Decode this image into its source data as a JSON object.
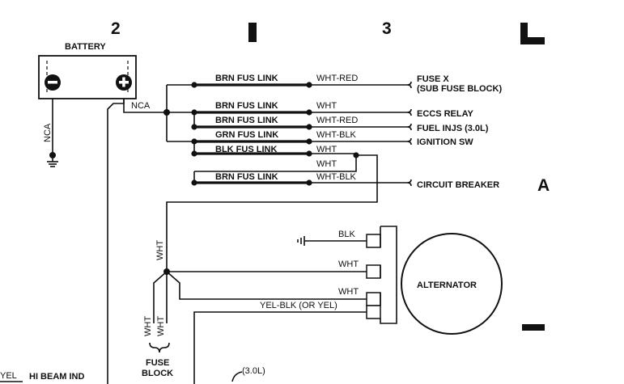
{
  "grid": {
    "col_2": "2",
    "col_1": "1",
    "col_3": "3",
    "col_L": "L",
    "row_A": "A"
  },
  "battery": {
    "label": "BATTERY",
    "neg_symbol": "−",
    "pos_symbol": "+",
    "ground_wire": "NCA",
    "pos_wire": "NCA"
  },
  "fusible_links": [
    {
      "link": "BRN FUS LINK",
      "wire": "WHT-RED",
      "dest": "FUSE X",
      "dest2": "(SUB FUSE BLOCK)"
    },
    {
      "link": "BRN FUS LINK",
      "wire": "WHT",
      "dest": "ECCS RELAY"
    },
    {
      "link": "BRN FUS LINK",
      "wire": "WHT-RED",
      "dest": "FUEL INJS (3.0L)"
    },
    {
      "link": "GRN FUS LINK",
      "wire": "WHT-BLK",
      "dest": "IGNITION SW"
    },
    {
      "link": "BLK FUS LINK",
      "wire": "WHT",
      "wire2": "WHT"
    },
    {
      "link": "BRN FUS LINK",
      "wire": "WHT-BLK",
      "dest": "CIRCUIT BREAKER"
    }
  ],
  "alternator": {
    "label": "ALTERNATOR",
    "wires": [
      "BLK",
      "WHT",
      "WHT",
      "YEL-BLK (OR YEL)"
    ]
  },
  "vertical_wires": {
    "main": "WHT",
    "fuse_left": "WHT",
    "fuse_right": "WHT"
  },
  "fuse_block": {
    "line1": "FUSE",
    "line2": "BLOCK"
  },
  "bottom": {
    "yel": "YEL",
    "hi_beam": "HI BEAM IND",
    "engine": "(3.0L)"
  }
}
